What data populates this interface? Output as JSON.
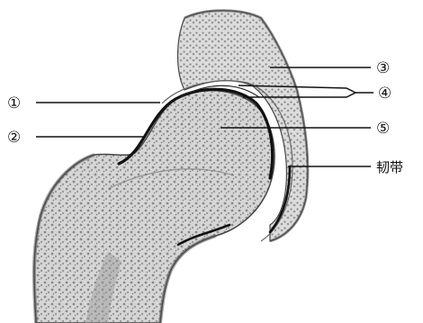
{
  "labels": {
    "l1": "①",
    "l2": "②",
    "l3": "③",
    "l4": "④",
    "l5": "⑤",
    "ligament": "韧带"
  },
  "colors": {
    "bone_fill": "#cfcfcf",
    "bone_texture": "#7a7a7a",
    "cartilage_fill": "#eeeeee",
    "outline": "#333333",
    "leader": "#111111"
  }
}
